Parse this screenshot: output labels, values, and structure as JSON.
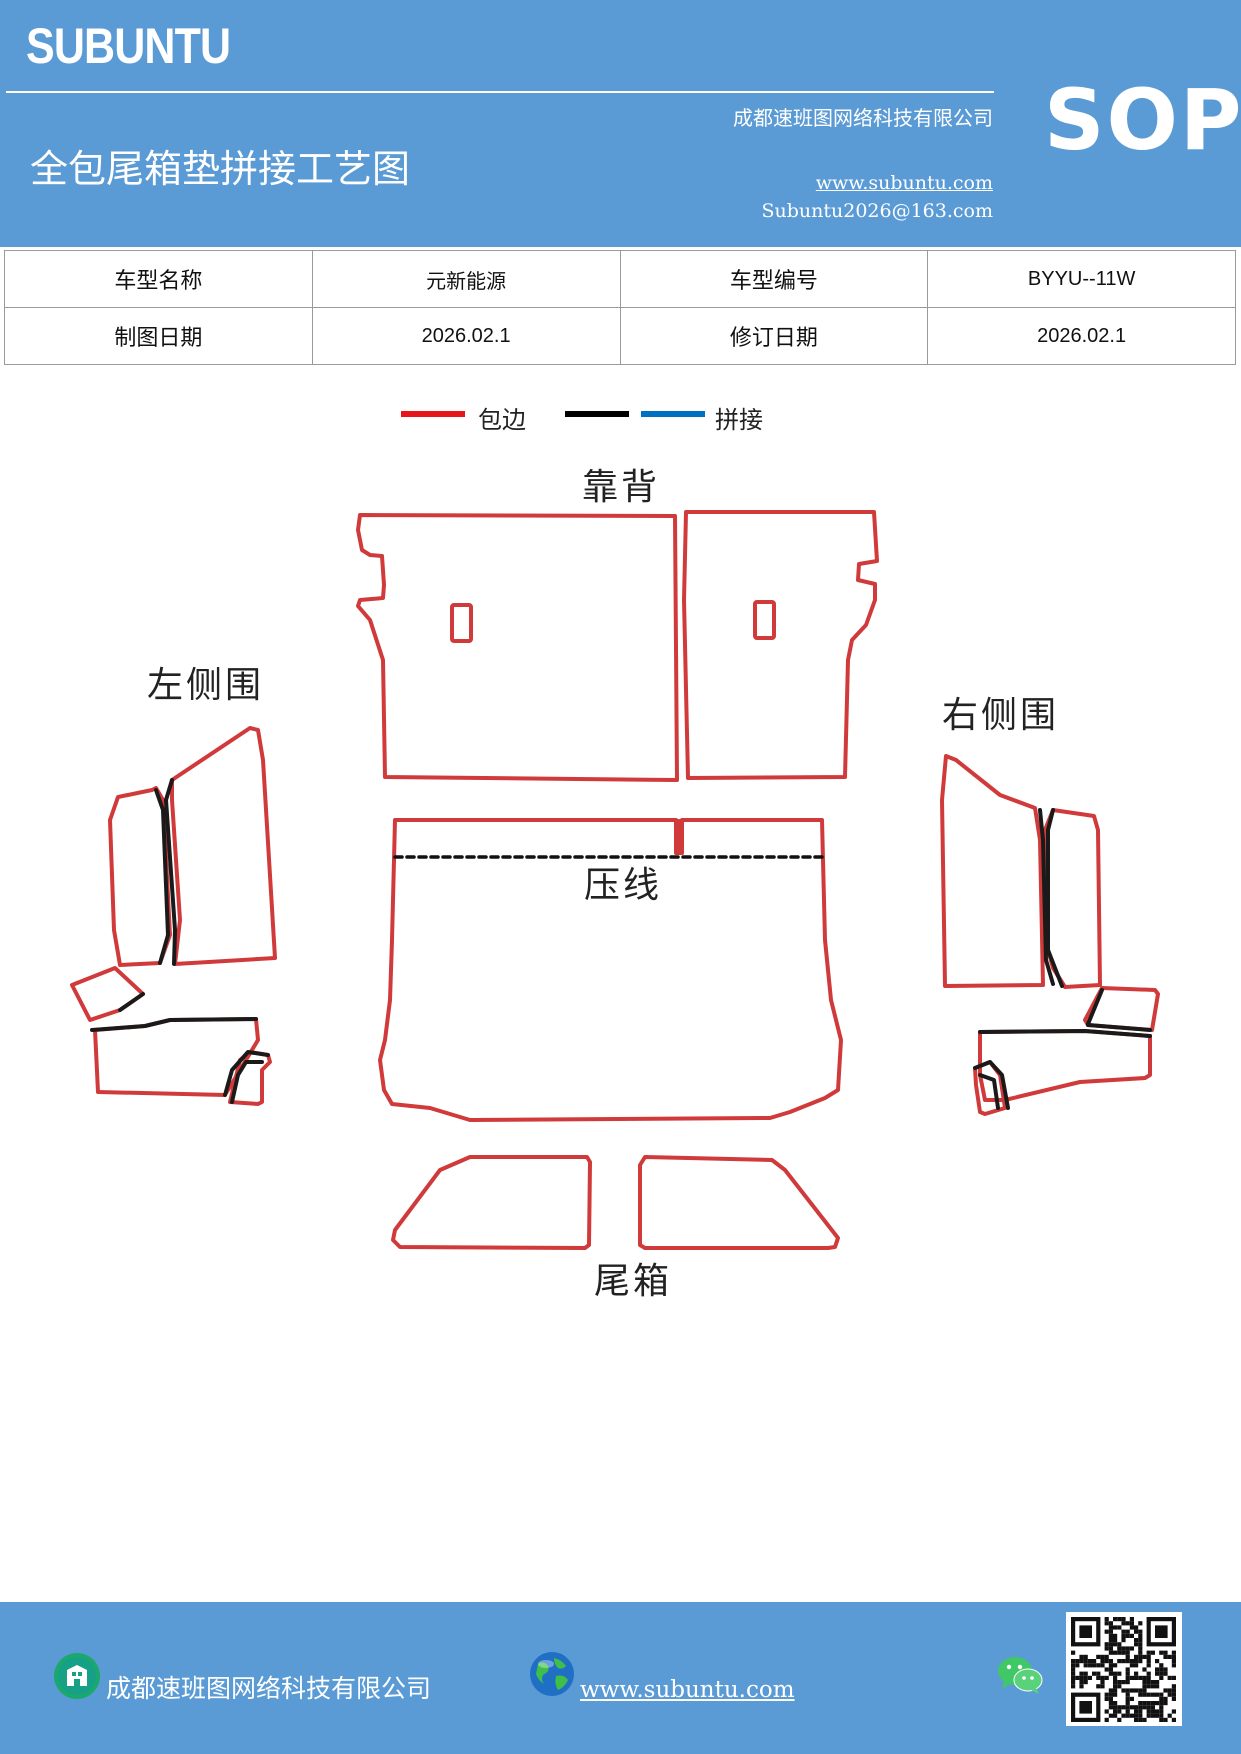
{
  "header": {
    "brand": "SUBUNTU",
    "company": "成都速班图网络科技有限公司",
    "title": "全包尾箱垫拼接工艺图",
    "website": "www.subuntu.com",
    "email": "Subuntu2026@163.com",
    "sop": "SOP"
  },
  "info": {
    "row1": {
      "label1": "车型名称",
      "value1": "元新能源",
      "label2": "车型编号",
      "value2": "BYYU--11W"
    },
    "row2": {
      "label1": "制图日期",
      "value1": "2026.02.1",
      "label2": "修订日期",
      "value2": "2026.02.1"
    }
  },
  "legend": {
    "items": [
      {
        "label": "包边",
        "color": "#e8141c"
      },
      {
        "label": "",
        "color": "#000000"
      },
      {
        "label": "拼接",
        "color": "#0070c0"
      }
    ]
  },
  "diagram": {
    "backrest": "靠背",
    "left_side": "左侧围",
    "right_side": "右侧围",
    "crease": "压线",
    "trunk": "尾箱",
    "colors": {
      "edge": "#d03a3a",
      "seam": "#1a1a1a"
    }
  },
  "footer": {
    "company": "成都速班图网络科技有限公司",
    "website": "www.subuntu.com",
    "icons": [
      "building-icon",
      "globe-icon",
      "wechat-icon",
      "qr-code"
    ]
  }
}
